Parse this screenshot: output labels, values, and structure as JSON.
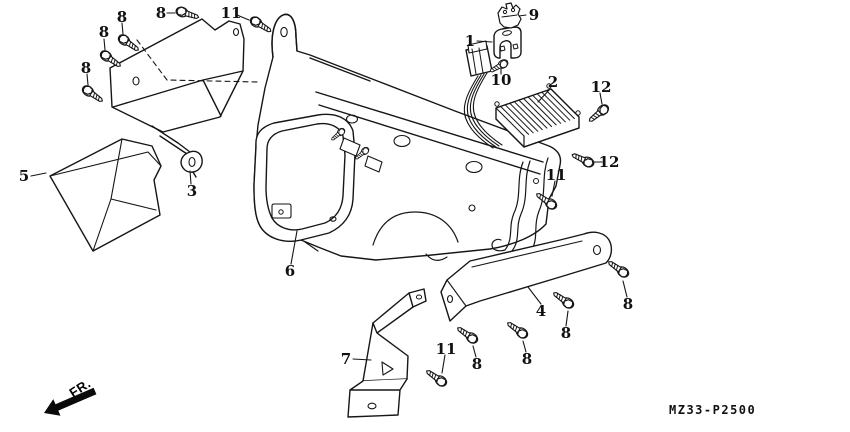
{
  "diagram": {
    "part_code": "MZ33-P2500",
    "direction_label": "FR.",
    "callouts": [
      {
        "text": "8"
      },
      {
        "text": "8"
      },
      {
        "text": "8"
      },
      {
        "text": "8"
      },
      {
        "text": "11"
      },
      {
        "text": "9"
      },
      {
        "text": "1"
      },
      {
        "text": "10"
      },
      {
        "text": "2"
      },
      {
        "text": "12"
      },
      {
        "text": "12"
      },
      {
        "text": "11"
      },
      {
        "text": "5"
      },
      {
        "text": "3"
      },
      {
        "text": "6"
      },
      {
        "text": "7"
      },
      {
        "text": "11"
      },
      {
        "text": "8"
      },
      {
        "text": "8"
      },
      {
        "text": "8"
      },
      {
        "text": "8"
      },
      {
        "text": "4"
      }
    ]
  }
}
